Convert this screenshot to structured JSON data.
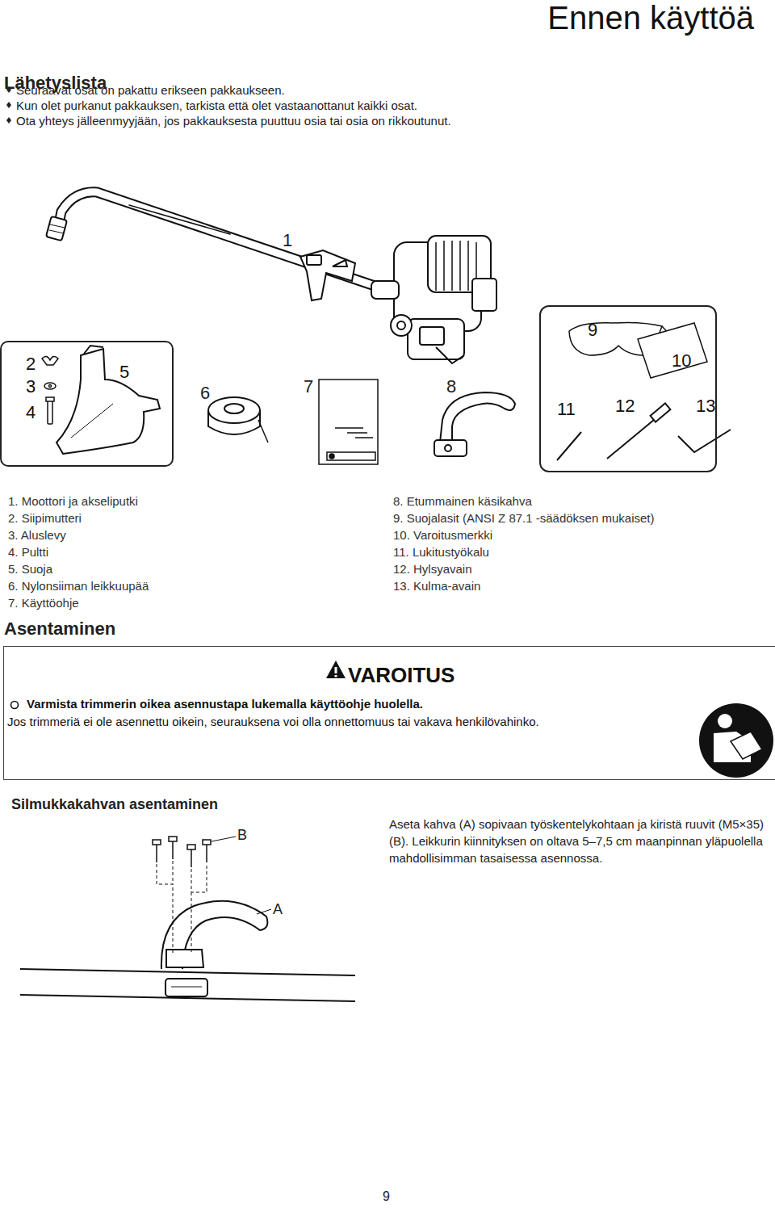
{
  "diagram": {
    "title": "Ennen käyttöä",
    "nodes": [
      {
        "text": [
          "2",
          "3",
          "4",
          "5"
        ]
      },
      {
        "text": [
          "9",
          "10",
          "11",
          "12",
          "13"
        ]
      },
      {
        "text": [
          "VAROITUS",
          "Varmista trimmerin oikea asennustapa lukemalla käyttöohje huolella.",
          "Jos trimmeriä ei ole asennettu oikein, seurauksena voi olla onnettomuus tai vakava henkilövahinko."
        ]
      }
    ],
    "labels": [
      "Lähetyslista",
      "Seuraavat osat on pakattu erikseen pakkaukseen.",
      "Kun olet purkanut pakkauksen, tarkista että olet vastaanottanut kaikki osat.",
      "Ota yhteys jälleenmyyjään, jos pakkauksesta puuttuu osia tai osia on rikkoutunut.",
      "1",
      "6",
      "7",
      "8",
      "1. Moottori ja akseliputki",
      "2. Siipimutteri",
      "3. Aluslevy",
      "4. Pultti",
      "5. Suoja",
      "6. Nylonsiiman leikkuupää",
      "7. Käyttöohje",
      "8. Etummainen käsikahva",
      "9. Suojalasit (ANSI Z 87.1 -säädöksen mukaiset)",
      "10. Varoitusmerkki",
      "11. Lukitustyökalu",
      "12. Hylsyavain",
      "13. Kulma-avain",
      "Asentaminen",
      "Silmukkakahvan asentaminen",
      "B",
      "A",
      "Aseta kahva (A) sopivaan työskentelykohtaan ja kiristä ruuvit (M5×35) (B). Leikkurin kiinnityksen on oltava 5–7,5 cm maanpinnan yläpuolella mahdollisimman tasaisessa asennossa.",
      "9"
    ]
  }
}
